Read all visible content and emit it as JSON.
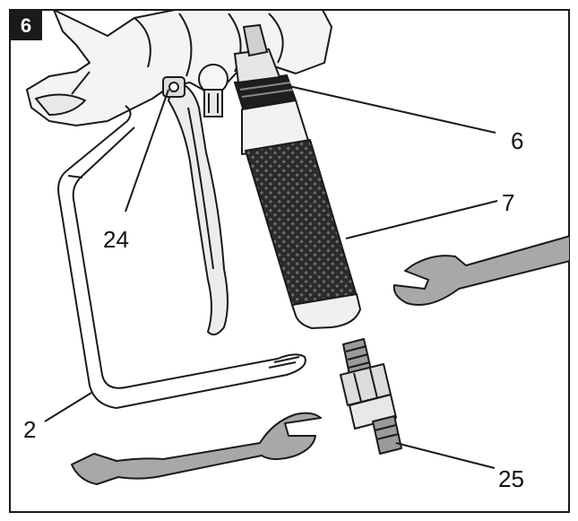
{
  "figure": {
    "step_number": "6",
    "callouts": [
      {
        "id": "callout-6",
        "label": "6"
      },
      {
        "id": "callout-7",
        "label": "7"
      },
      {
        "id": "callout-24",
        "label": "24"
      },
      {
        "id": "callout-2",
        "label": "2"
      },
      {
        "id": "callout-25",
        "label": "25"
      }
    ]
  },
  "colors": {
    "line": "#1a1a1a",
    "metal": "#a8a8a8",
    "grip": "#2b2b2b",
    "background": "#ffffff"
  }
}
